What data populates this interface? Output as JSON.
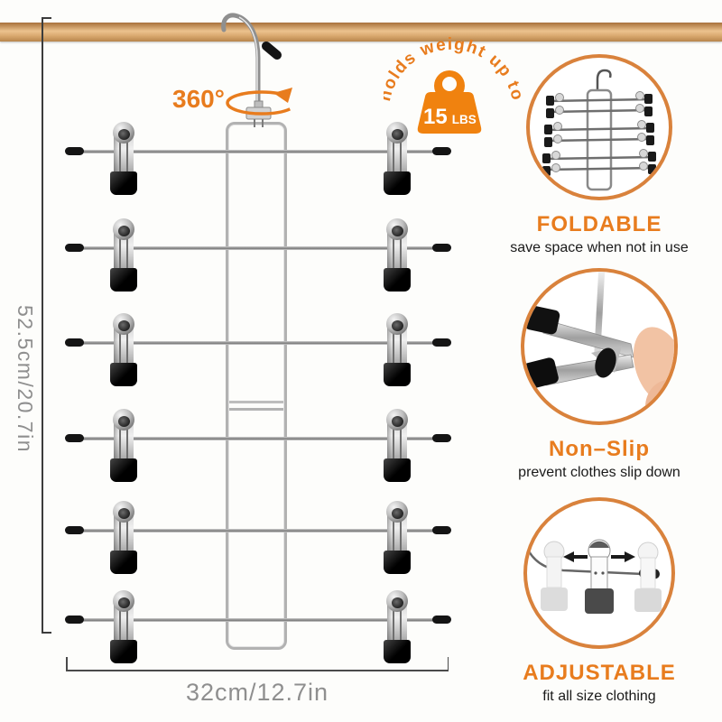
{
  "colors": {
    "accent": "#e87c1e",
    "circle_ring": "#d9823c",
    "wood_light": "#ecc28e",
    "wood_dark": "#a9713d",
    "dimension_text": "#8f8f8f"
  },
  "annotations": {
    "rotation_label": "360°",
    "weight_curved_text": "holds weight up to",
    "weight_value": "15",
    "weight_unit": "LBS",
    "height_dimension": "52.5cm/20.7in",
    "width_dimension": "32cm/12.7in"
  },
  "product": {
    "tier_count": 6,
    "clips_per_tier": 2
  },
  "features": [
    {
      "title": "FOLDABLE",
      "subtitle": "save space when not in use",
      "icon": "folded-hanger-icon"
    },
    {
      "title": "Non–Slip",
      "subtitle": "prevent clothes slip down",
      "icon": "clip-pinch-icon"
    },
    {
      "title": "ADJUSTABLE",
      "subtitle": "fit all size clothing",
      "icon": "sliding-clips-icon"
    }
  ]
}
